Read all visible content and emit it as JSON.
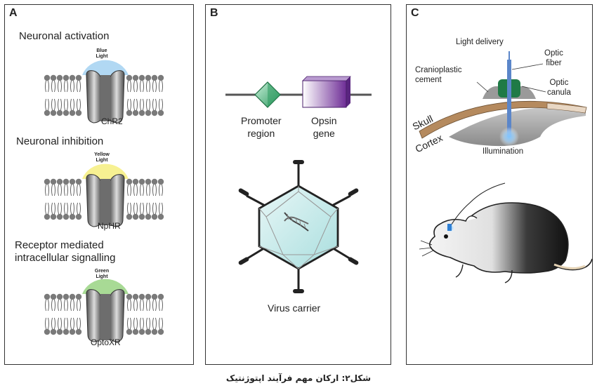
{
  "panels": {
    "a": {
      "label": "A",
      "sections": [
        {
          "heading": "Neuronal activation",
          "light": "Blue\nLight",
          "channel": "ChR2",
          "color": "#a9d4f2"
        },
        {
          "heading": "Neuronal inhibition",
          "light": "Yellow\nLight",
          "channel": "NpHR",
          "color": "#f6ef86"
        },
        {
          "heading": "Receptor mediated\nintracellular signalling",
          "light": "Green\nLight",
          "channel": "OptoXR",
          "color": "#9fd68a"
        }
      ]
    },
    "b": {
      "label": "B",
      "promoter": "Promoter\nregion",
      "opsin": "Opsin\ngene",
      "virus": "Virus carrier",
      "promoter_color": "#3db37a",
      "opsin_color": "#7a3b9e"
    },
    "c": {
      "label": "C",
      "light_delivery": "Light delivery",
      "optic_fiber": "Optic\nfiber",
      "cranioplastic_cement": "Cranioplastic\ncement",
      "optic_canula": "Optic\ncanula",
      "skull": "Skull",
      "cortex": "Cortex",
      "illumination": "Illumination",
      "fiber_color": "#5b86c9",
      "canula_color": "#1f7a46"
    }
  },
  "caption": "شکل۲: ارکان مهم فرآیند اپتوژنتیک"
}
